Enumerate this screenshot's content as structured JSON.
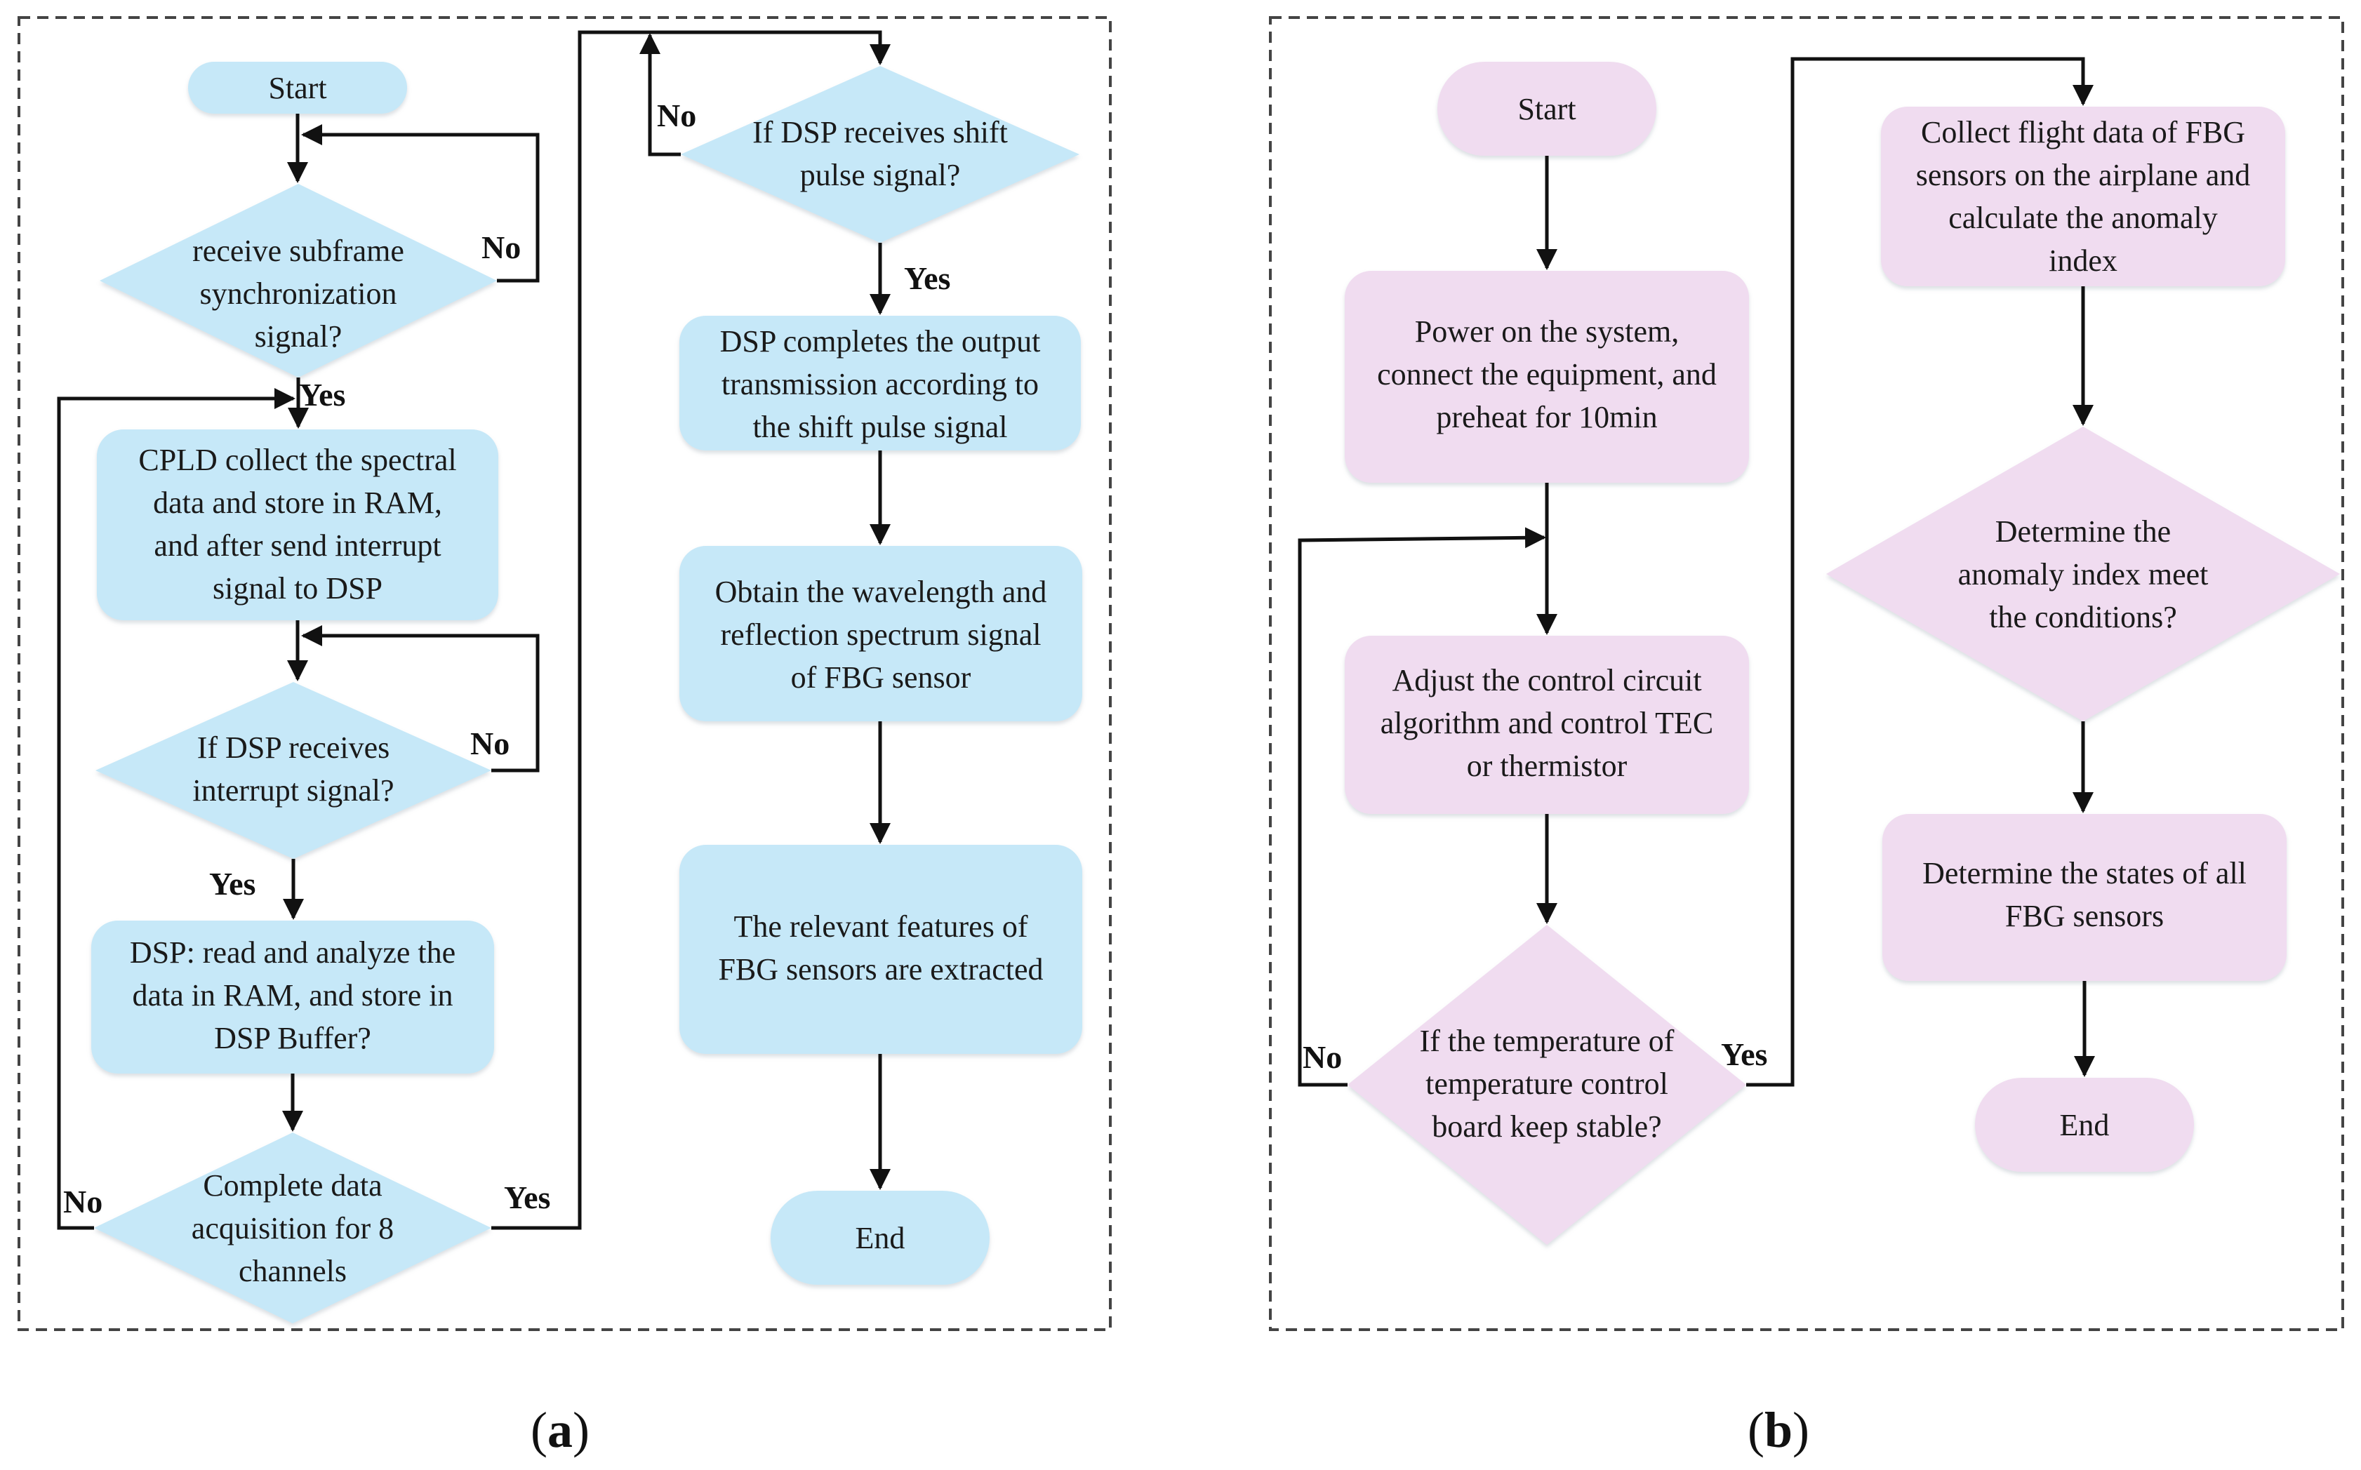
{
  "panel_a": {
    "nodes": {
      "start": "Start",
      "recv_sync": [
        "receive subframe",
        "synchronization",
        "signal?"
      ],
      "cpld": [
        "CPLD collect the spectral",
        "data and store in RAM,",
        "and after send interrupt",
        "signal to DSP"
      ],
      "recv_int": [
        "If DSP receives",
        "interrupt signal?"
      ],
      "dsp_read": [
        "DSP: read and analyze the",
        "data in RAM, and store in",
        "DSP Buffer?"
      ],
      "complete": [
        "Complete data",
        "acquisition for 8",
        "channels"
      ],
      "shift": [
        "If DSP receives shift",
        "pulse signal?"
      ],
      "output": [
        "DSP completes the output",
        "transmission according to",
        "the shift pulse signal"
      ],
      "obtain": [
        "Obtain the wavelength and",
        "reflection spectrum signal",
        "of FBG sensor"
      ],
      "features": [
        "The relevant features of",
        "FBG sensors are extracted"
      ],
      "end": "End"
    },
    "labels": {
      "sync_no": "No",
      "sync_yes": "Yes",
      "int_no": "No",
      "int_yes": "Yes",
      "complete_no": "No",
      "complete_yes": "Yes",
      "shift_no": "No",
      "shift_yes": "Yes"
    }
  },
  "panel_b": {
    "nodes": {
      "start": "Start",
      "power": [
        "Power on the system,",
        "connect the equipment, and",
        "preheat for 10min"
      ],
      "adjust": [
        "Adjust the control circuit",
        "algorithm and control TEC",
        "or thermistor"
      ],
      "temp": [
        "If the temperature of",
        "temperature control",
        "board keep stable?"
      ],
      "collect": [
        "Collect flight data of FBG",
        "sensors on the airplane and",
        "calculate the anomaly",
        "index"
      ],
      "determine": [
        "Determine  the",
        "anomaly index meet",
        "the conditions?"
      ],
      "states": [
        "Determine the states of all",
        "FBG sensors"
      ],
      "end": "End"
    },
    "labels": {
      "temp_no": "No",
      "temp_yes": "Yes"
    }
  },
  "captions": {
    "a_open": "(",
    "a_letter": "a",
    "a_close": ")",
    "b_open": "(",
    "b_letter": "b",
    "b_close": ")"
  },
  "colors": {
    "panel_a_fill": "#c6e8f8",
    "panel_b_fill": "#f0dcf0"
  }
}
